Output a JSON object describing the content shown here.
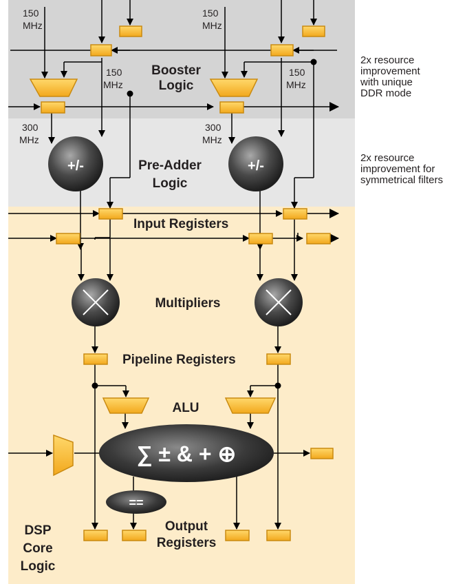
{
  "colors": {
    "booster_bg": "#d4d4d4",
    "preadder_bg": "#e6e6e6",
    "core_bg": "#fdecc9",
    "register_fill": "#f7b829",
    "register_stroke": "#c98a10",
    "unit_dark": "#3a3a3a",
    "line": "#000000"
  },
  "diagram": {
    "freq_150_line1": "150",
    "freq_150_line2": "MHz",
    "freq_300_line1": "300",
    "freq_300_line2": "MHz",
    "booster_title": [
      "Booster",
      "Logic"
    ],
    "preadder_title": [
      "Pre-Adder",
      "Logic"
    ],
    "preadder_symbol": "+/-",
    "input_registers": "Input Registers",
    "multipliers": "Multipliers",
    "multiplier_symbol": "×",
    "pipeline_registers": "Pipeline Registers",
    "alu_title": "ALU",
    "alu_symbol": "∑ ± & + ⊕",
    "comparator_symbol": "==",
    "output_registers": [
      "Output",
      "Registers"
    ],
    "dsp_core_title": [
      "DSP",
      "Core",
      "Logic"
    ]
  },
  "notes": {
    "booster": [
      "2x resource",
      "improvement",
      "with unique",
      "DDR mode"
    ],
    "preadder": [
      "2x resource",
      "improvement for",
      "symmetrical filters"
    ]
  }
}
